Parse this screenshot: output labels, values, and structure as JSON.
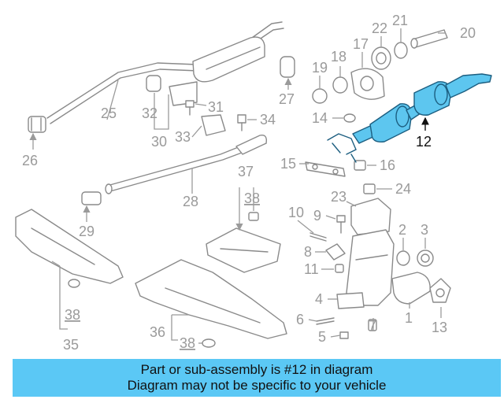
{
  "banner": {
    "line1": "Part or sub-assembly is #12 in diagram",
    "line2": "Diagram may not be specific to your vehicle"
  },
  "highlight_color": "#5bc8f5",
  "callouts": {
    "c1": "1",
    "c2": "2",
    "c3": "3",
    "c4": "4",
    "c5": "5",
    "c6": "6",
    "c7": "7",
    "c8": "8",
    "c9": "9",
    "c10": "10",
    "c11": "11",
    "c12": "12",
    "c13": "13",
    "c14": "14",
    "c15": "15",
    "c16": "16",
    "c17": "17",
    "c18": "18",
    "c19": "19",
    "c20": "20",
    "c21": "21",
    "c22": "22",
    "c23": "23",
    "c24": "24",
    "c25": "25",
    "c26": "26",
    "c27": "27",
    "c28": "28",
    "c29": "29",
    "c30": "30",
    "c31": "31",
    "c32": "32",
    "c33": "33",
    "c34": "34",
    "c35": "35",
    "c36": "36",
    "c37": "37",
    "c38a": "38",
    "c38b": "38",
    "c38c": "38"
  }
}
